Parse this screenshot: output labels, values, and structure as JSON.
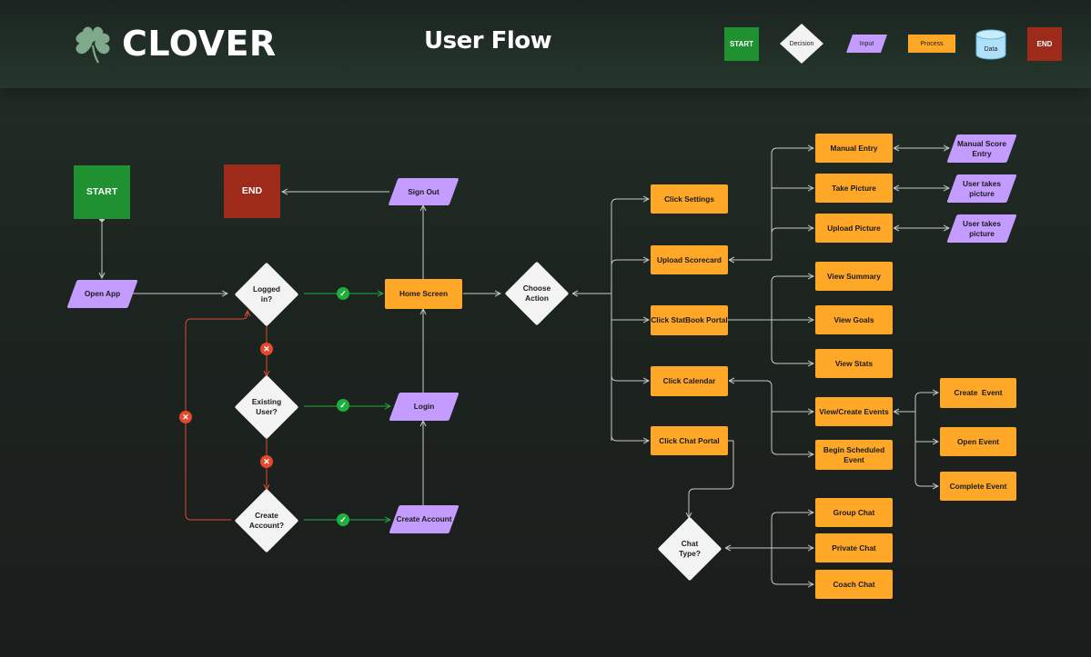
{
  "header": {
    "brand": "CLOVER",
    "title": "User Flow"
  },
  "legend": {
    "start": "START",
    "decision": "Decision",
    "input": "Input",
    "process": "Process",
    "data": "Data",
    "end": "END"
  },
  "nodes": {
    "start": "START",
    "end": "END",
    "open_app": "Open App",
    "logged_in": "Logged in?",
    "existing_user": "Existing User?",
    "create_account_q": "Create Account?",
    "home_screen": "Home Screen",
    "login": "Login",
    "create_account": "Create Account",
    "sign_out": "Sign Out",
    "choose_action": "Choose Action",
    "click_settings": "Click Settings",
    "upload_scorecard": "Upload Scorecard",
    "click_statbook": "Click StatBook Portal",
    "click_calendar": "Click Calendar",
    "click_chat": "Click Chat Portal",
    "manual_entry": "Manual Entry",
    "take_picture": "Take Picture",
    "upload_picture": "Upload Picture",
    "manual_score_entry": "Manual Score Entry",
    "user_takes_picture_1": "User takes picture",
    "user_takes_picture_2": "User takes picture",
    "view_summary": "View Summary",
    "view_goals": "View Goals",
    "view_stats": "View Stats",
    "view_create_events": "View/Create Events",
    "begin_scheduled_event": "Begin Scheduled Event",
    "create_event": "Create  Event",
    "open_event": "Open Event",
    "complete_event": "Complete Event",
    "chat_type": "Chat Type?",
    "group_chat": "Group Chat",
    "private_chat": "Private Chat",
    "coach_chat": "Coach Chat"
  },
  "badges": {
    "yes": "✓",
    "no": "✕"
  },
  "colors": {
    "start": "#1f9130",
    "end": "#9e2a1a",
    "process": "#ffa726",
    "input": "#c49bff",
    "decision": "#f3f3f3",
    "data": "#aee1f9",
    "yes_line": "#1fae3e",
    "no_line": "#e4492d",
    "connector": "#c8c8c8"
  }
}
